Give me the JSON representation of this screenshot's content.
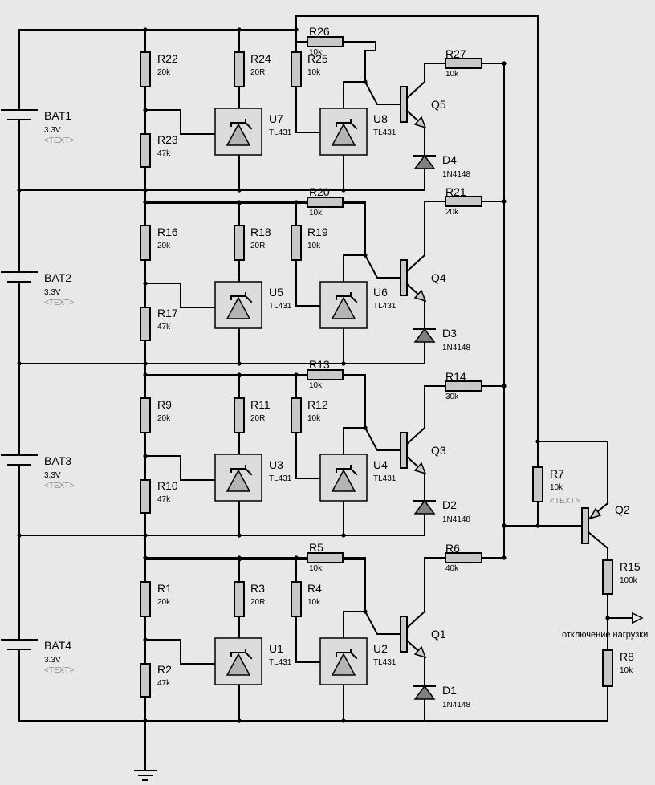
{
  "colors": {
    "background": "#e8e8e8",
    "wire": "#000000",
    "body": "#c8c8c8"
  },
  "batteries": [
    {
      "ref": "BAT1",
      "value": "3.3V",
      "text": "<TEXT>"
    },
    {
      "ref": "BAT2",
      "value": "3.3V",
      "text": "<TEXT>"
    },
    {
      "ref": "BAT3",
      "value": "3.3V",
      "text": "<TEXT>"
    },
    {
      "ref": "BAT4",
      "value": "3.3V",
      "text": "<TEXT>"
    }
  ],
  "resistors": {
    "R22": "20k",
    "R23": "47k",
    "R24": "20R",
    "R25": "10k",
    "R26": "10k",
    "R27": "10k",
    "R16": "20k",
    "R17": "47k",
    "R18": "20R",
    "R19": "10k",
    "R20": "10k",
    "R21": "20k",
    "R9": "20k",
    "R10": "47k",
    "R11": "20R",
    "R12": "10k",
    "R13": "10k",
    "R14": "30k",
    "R1": "20k",
    "R2": "47k",
    "R3": "20R",
    "R4": "10k",
    "R5": "10k",
    "R6": "40k",
    "R7": "10k",
    "R7_text": "<TEXT>",
    "R15": "100k",
    "R8": "10k"
  },
  "regulators": {
    "U7": "TL431",
    "U8": "TL431",
    "U5": "TL431",
    "U6": "TL431",
    "U3": "TL431",
    "U4": "TL431",
    "U1": "TL431",
    "U2": "TL431"
  },
  "transistors": [
    "Q5",
    "Q4",
    "Q3",
    "Q1",
    "Q2"
  ],
  "diodes": {
    "D4": "1N4148",
    "D3": "1N4148",
    "D2": "1N4148",
    "D1": "1N4148"
  },
  "output_label": "отключение нагрузки"
}
